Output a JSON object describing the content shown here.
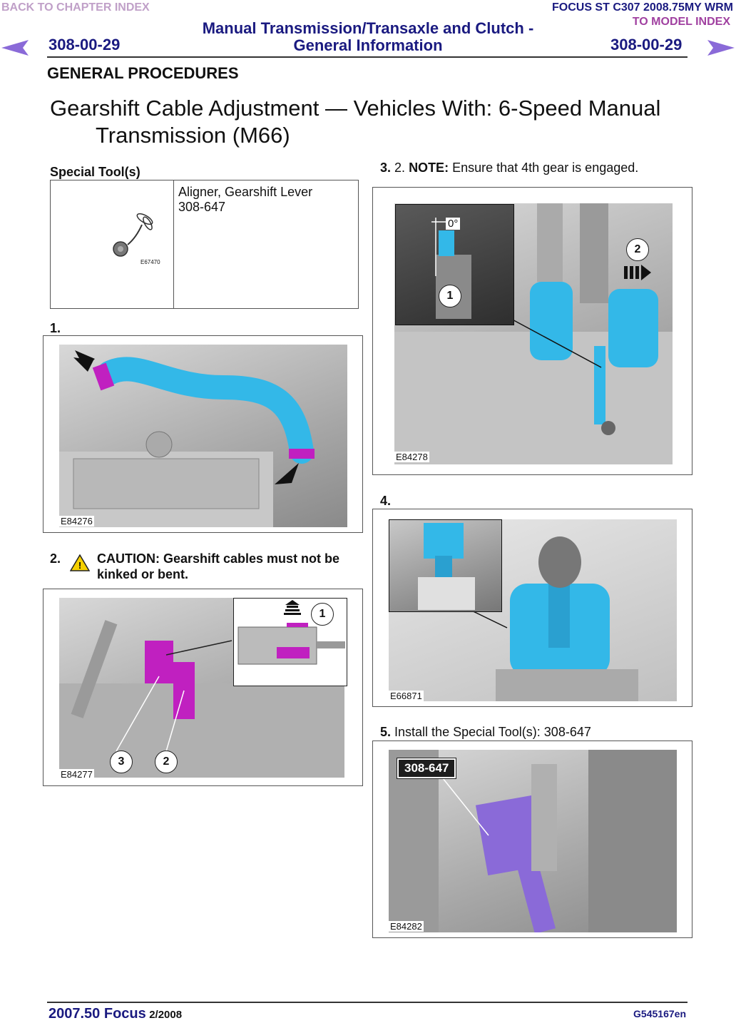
{
  "nav": {
    "back_chapter": "BACK TO CHAPTER INDEX",
    "model_info": "FOCUS ST C307 2008.75MY WRM",
    "to_model": "TO MODEL INDEX"
  },
  "header": {
    "page_left": "308-00-29",
    "page_right": "308-00-29",
    "title_line1": "Manual Transmission/Transaxle and Clutch -",
    "title_line2": "General Information"
  },
  "section": "GENERAL PROCEDURES",
  "procedure": {
    "title_line1": "Gearshift Cable Adjustment — Vehicles With: 6-Speed Manual",
    "title_line2": "Transmission (M66)"
  },
  "special_tools": {
    "heading": "Special Tool(s)",
    "figure_id": "E67470",
    "tool_name": "Aligner, Gearshift Lever",
    "tool_number": "308-647"
  },
  "steps": [
    {
      "number": "1.",
      "figure_id": "E84276"
    },
    {
      "number": "2.",
      "caution": "CAUTION: Gearshift cables must not be kinked or bent.",
      "figure_id": "E84277",
      "callouts": [
        "1",
        "3",
        "2"
      ]
    },
    {
      "number": "3.",
      "sub": "2.",
      "note_label": "NOTE:",
      "note_text": "Ensure that 4th gear is engaged.",
      "figure_id": "E84278",
      "angle_label": "0°",
      "callouts": [
        "1",
        "2"
      ]
    },
    {
      "number": "4.",
      "figure_id": "E66871"
    },
    {
      "number": "5.",
      "text": "Install the Special Tool(s): 308-647",
      "figure_id": "E84282",
      "tool_label": "308-647"
    }
  ],
  "footer": {
    "model": "2007.50 Focus",
    "date": "2/2008",
    "doc_id": "G545167en"
  },
  "colors": {
    "header_blue": "#1a1a80",
    "highlight_cyan": "#33b8e8",
    "highlight_magenta": "#c020c0",
    "highlight_violet": "#8a6ad8"
  }
}
